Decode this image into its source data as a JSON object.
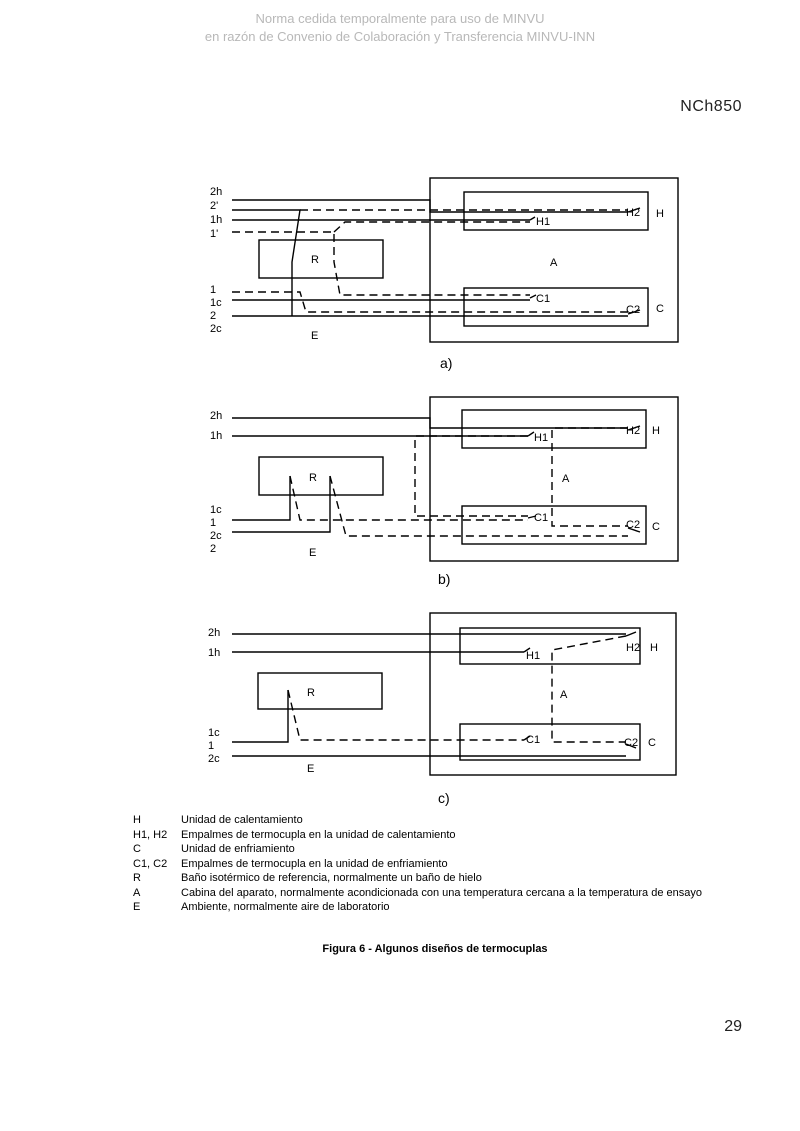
{
  "watermark": {
    "line1": "Norma cedida temporalmente para uso de MINVU",
    "line2": "en razón de Convenio de Colaboración y Transferencia MINVU-INN"
  },
  "doc_code": "NCh850",
  "page_number": "29",
  "figures": {
    "a": {
      "label": "a)",
      "wires": [
        "2h",
        "2'",
        "1h",
        "1'",
        "1",
        "1c",
        "2",
        "2c"
      ],
      "R": "R",
      "E": "E",
      "A": "A",
      "H": "H",
      "C": "C",
      "H1": "H1",
      "H2": "H2",
      "C1": "C1",
      "C2": "C2"
    },
    "b": {
      "label": "b)",
      "wires": [
        "2h",
        "1h",
        "1c",
        "1",
        "2c",
        "2"
      ],
      "R": "R",
      "E": "E",
      "A": "A",
      "H": "H",
      "C": "C",
      "H1": "H1",
      "H2": "H2",
      "C1": "C1",
      "C2": "C2"
    },
    "c": {
      "label": "c)",
      "wires": [
        "2h",
        "1h",
        "1c",
        "1",
        "2c"
      ],
      "R": "R",
      "E": "E",
      "A": "A",
      "H": "H",
      "C": "C",
      "H1": "H1",
      "H2": "H2",
      "C1": "C1",
      "C2": "C2"
    }
  },
  "legend": [
    {
      "symbol": "H",
      "text": "Unidad de calentamiento"
    },
    {
      "symbol": "H1, H2",
      "text": "Empalmes de termocupla en la unidad de calentamiento"
    },
    {
      "symbol": "C",
      "text": "Unidad de enfriamiento"
    },
    {
      "symbol": "C1, C2",
      "text": "Empalmes de termocupla en la unidad de enfriamiento"
    },
    {
      "symbol": "R",
      "text": "Baño isotérmico de referencia, normalmente un baño de hielo"
    },
    {
      "symbol": "A",
      "text": "Cabina del aparato, normalmente acondicionada con una temperatura cercana a la temperatura de ensayo"
    },
    {
      "symbol": "E",
      "text": "Ambiente, normalmente aire de laboratorio"
    }
  ],
  "caption": "Figura 6 - Algunos diseños de termocuplas"
}
